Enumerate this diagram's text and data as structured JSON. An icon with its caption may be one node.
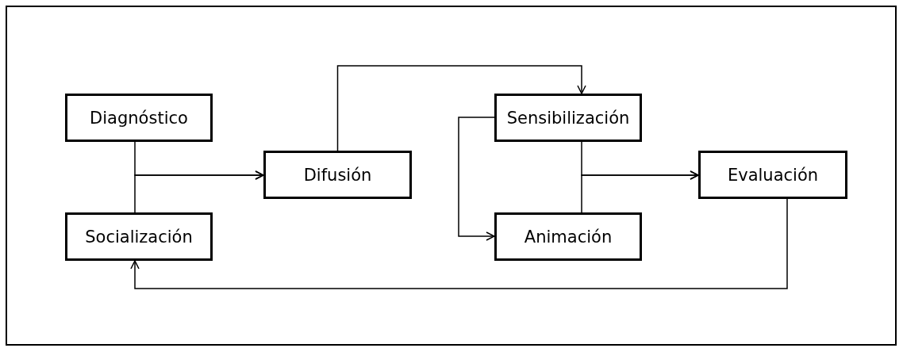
{
  "diagram": {
    "nodes": [
      {
        "text": [
          "Diagnóstico"
        ]
      },
      {
        "text": [
          "Socialización"
        ]
      },
      {
        "text": [
          "Difusión"
        ]
      },
      {
        "text": [
          "Sensibilización"
        ]
      },
      {
        "text": [
          "Animación"
        ]
      },
      {
        "text": [
          "Evaluación"
        ]
      }
    ],
    "edges": [
      {
        "from": 0,
        "to": 2,
        "arrow": "to"
      },
      {
        "from": 1,
        "to": 2,
        "arrow": "to"
      },
      {
        "from": 2,
        "to": 3,
        "arrow": "to"
      },
      {
        "from": 3,
        "to": 4,
        "arrow": "to"
      },
      {
        "from": 3,
        "to": 5,
        "arrow": "to"
      },
      {
        "from": 4,
        "to": 5,
        "arrow": "to"
      },
      {
        "from": 5,
        "to": 1,
        "arrow": "to"
      }
    ]
  }
}
